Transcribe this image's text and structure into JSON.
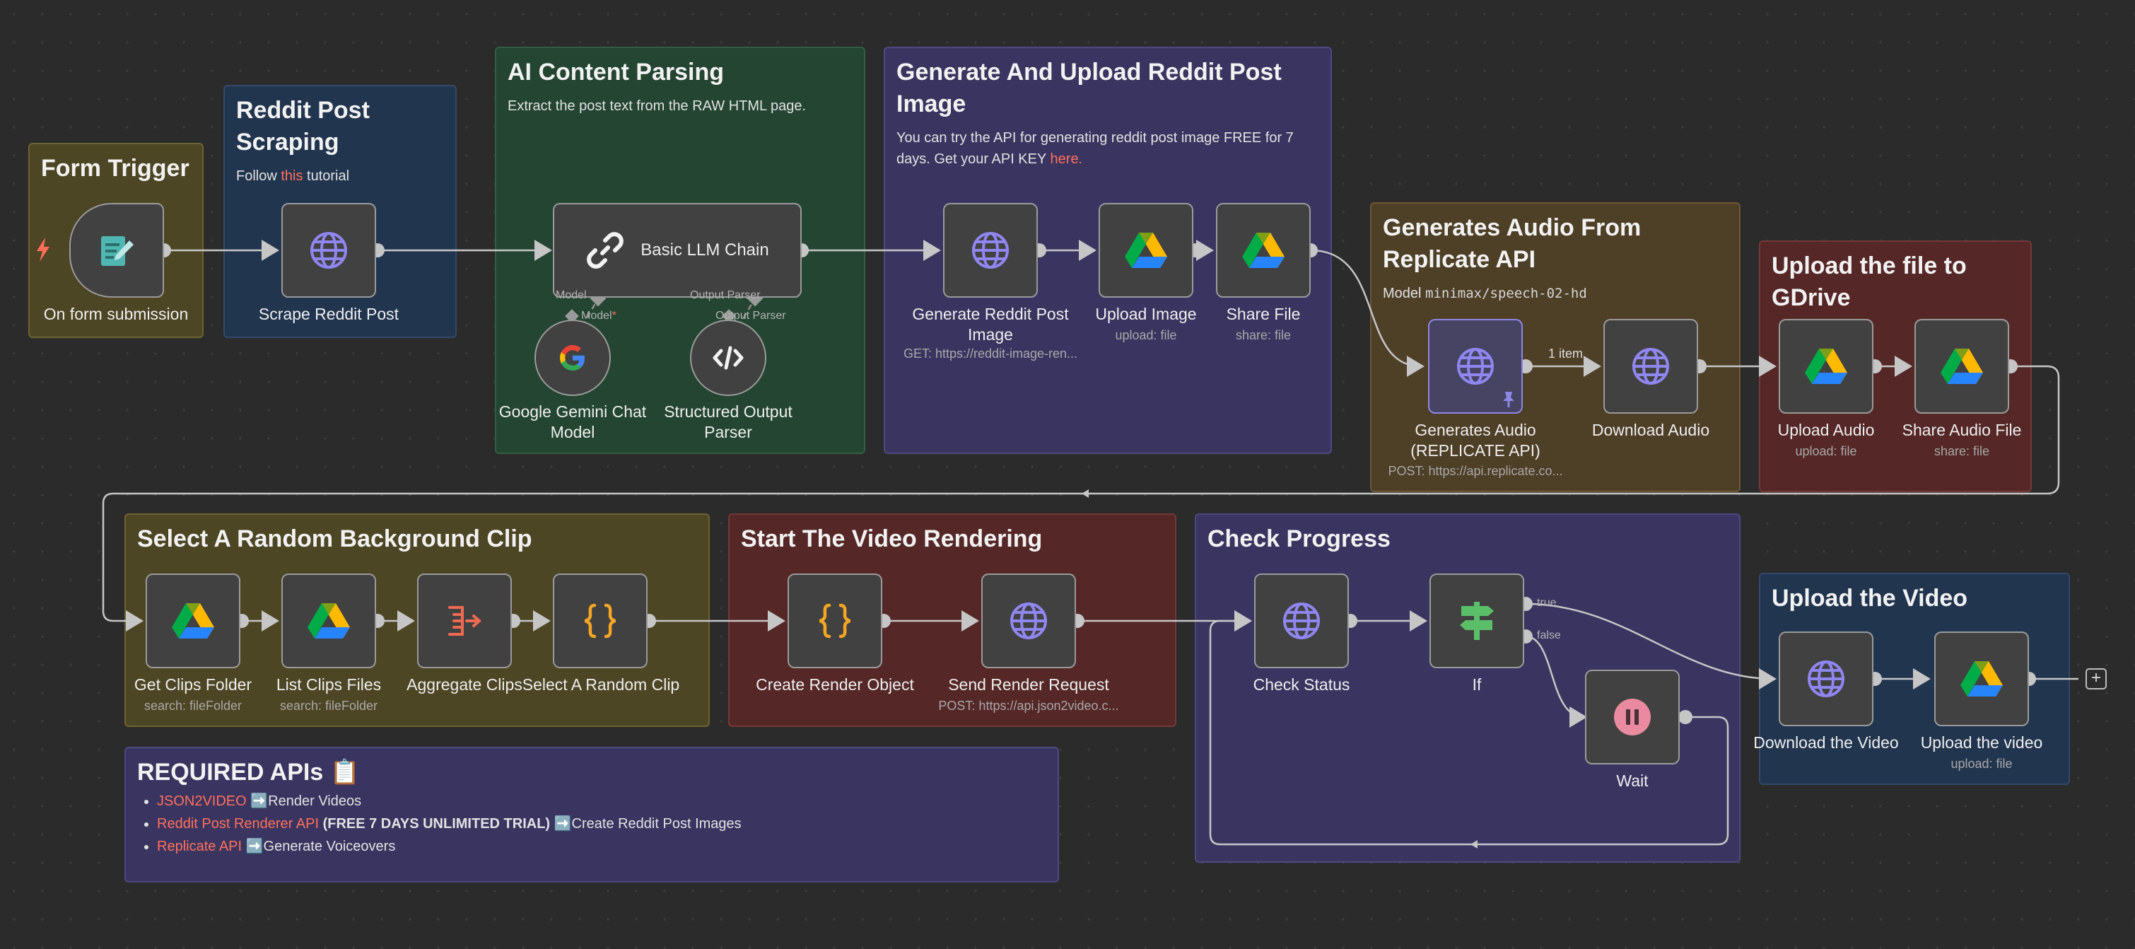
{
  "stickies": {
    "form_trigger": {
      "title": "Form Trigger"
    },
    "scraping": {
      "title": "Reddit Post Scraping",
      "body_pre": "Follow ",
      "body_link": "this",
      "body_post": " tutorial"
    },
    "ai_parsing": {
      "title": "AI Content Parsing",
      "body": "Extract the post text from the RAW HTML page."
    },
    "gen_image": {
      "title": "Generate And Upload Reddit Post Image",
      "body_pre": "You can try the API for generating reddit post image FREE for 7 days. Get your API KEY ",
      "body_link": "here."
    },
    "gen_audio": {
      "title": "Generates Audio From Replicate API",
      "body_pre": "Model ",
      "body_code": "minimax/speech-02-hd"
    },
    "upload_gdrive": {
      "title": "Upload the file to GDrive"
    },
    "random_clip": {
      "title": "Select A Random Background Clip"
    },
    "video_render": {
      "title": "Start The Video Rendering"
    },
    "check_progress": {
      "title": "Check Progress"
    },
    "upload_video": {
      "title": "Upload the Video"
    },
    "required_apis": {
      "title": "REQUIRED APIs 📋",
      "items": [
        {
          "link": "JSON2VIDEO",
          "arrow": "➡️",
          "bold": "",
          "text": "Render Videos"
        },
        {
          "link": "Reddit Post Renderer API",
          "arrow": "➡️",
          "bold": " (FREE 7 DAYS UNLIMITED TRIAL) ",
          "text": "Create Reddit Post Images"
        },
        {
          "link": "Replicate API",
          "arrow": "➡️",
          "bold": "",
          "text": "Generate Voiceovers"
        }
      ]
    }
  },
  "nodes": {
    "form": {
      "label": "On form submission",
      "icon": "form-icon"
    },
    "scrape": {
      "label": "Scrape Reddit Post",
      "icon": "globe-icon"
    },
    "llm": {
      "label": "Basic LLM Chain",
      "icon": "chain-link-icon",
      "port_model": "Model",
      "port_parser": "Output Parser"
    },
    "gemini": {
      "label": "Google Gemini Chat Model",
      "icon": "google-icon",
      "port": "Model",
      "required": "*"
    },
    "parser": {
      "label": "Structured Output Parser",
      "icon": "code-icon",
      "port": "Output Parser"
    },
    "gen_image": {
      "label": "Generate Reddit Post Image",
      "sub": "GET: https://reddit-image-ren...",
      "icon": "globe-icon"
    },
    "upload_image": {
      "label": "Upload Image",
      "sub": "upload: file",
      "icon": "google-drive-icon"
    },
    "share_file": {
      "label": "Share File",
      "sub": "share: file",
      "icon": "google-drive-icon"
    },
    "gen_audio": {
      "label": "Generates Audio (REPLICATE API)",
      "sub": "POST: https://api.replicate.co...",
      "icon": "globe-icon"
    },
    "download_audio": {
      "label": "Download Audio",
      "icon": "globe-icon",
      "edge_label": "1 item"
    },
    "upload_audio": {
      "label": "Upload Audio",
      "sub": "upload: file",
      "icon": "google-drive-icon"
    },
    "share_audio": {
      "label": "Share Audio File",
      "sub": "share: file",
      "icon": "google-drive-icon"
    },
    "get_clips": {
      "label": "Get Clips Folder",
      "sub": "search: fileFolder",
      "icon": "google-drive-icon"
    },
    "list_clips": {
      "label": "List Clips Files",
      "sub": "search: fileFolder",
      "icon": "google-drive-icon"
    },
    "aggregate": {
      "label": "Aggregate Clips",
      "icon": "aggregate-icon"
    },
    "random_clip": {
      "label": "Select A Random Clip",
      "icon": "braces-icon"
    },
    "render_obj": {
      "label": "Create Render Object",
      "icon": "braces-icon"
    },
    "send_render": {
      "label": "Send Render Request",
      "sub": "POST: https://api.json2video.c...",
      "icon": "globe-icon"
    },
    "check_status": {
      "label": "Check Status",
      "icon": "globe-icon"
    },
    "if": {
      "label": "If",
      "icon": "signpost-icon",
      "true_label": "true",
      "false_label": "false"
    },
    "wait": {
      "label": "Wait",
      "icon": "pause-icon"
    },
    "download_video": {
      "label": "Download the Video",
      "icon": "globe-icon"
    },
    "upload_video": {
      "label": "Upload the video",
      "sub": "upload: file",
      "icon": "google-drive-icon"
    }
  },
  "colors": {
    "accent": "#8e86e6",
    "link": "#ff6f5c",
    "globe": "#8f86f0",
    "braces": "#f5a623",
    "aggregate": "#ef6a51",
    "signpost": "#5bbf6a",
    "wait": "#e98aa0"
  }
}
